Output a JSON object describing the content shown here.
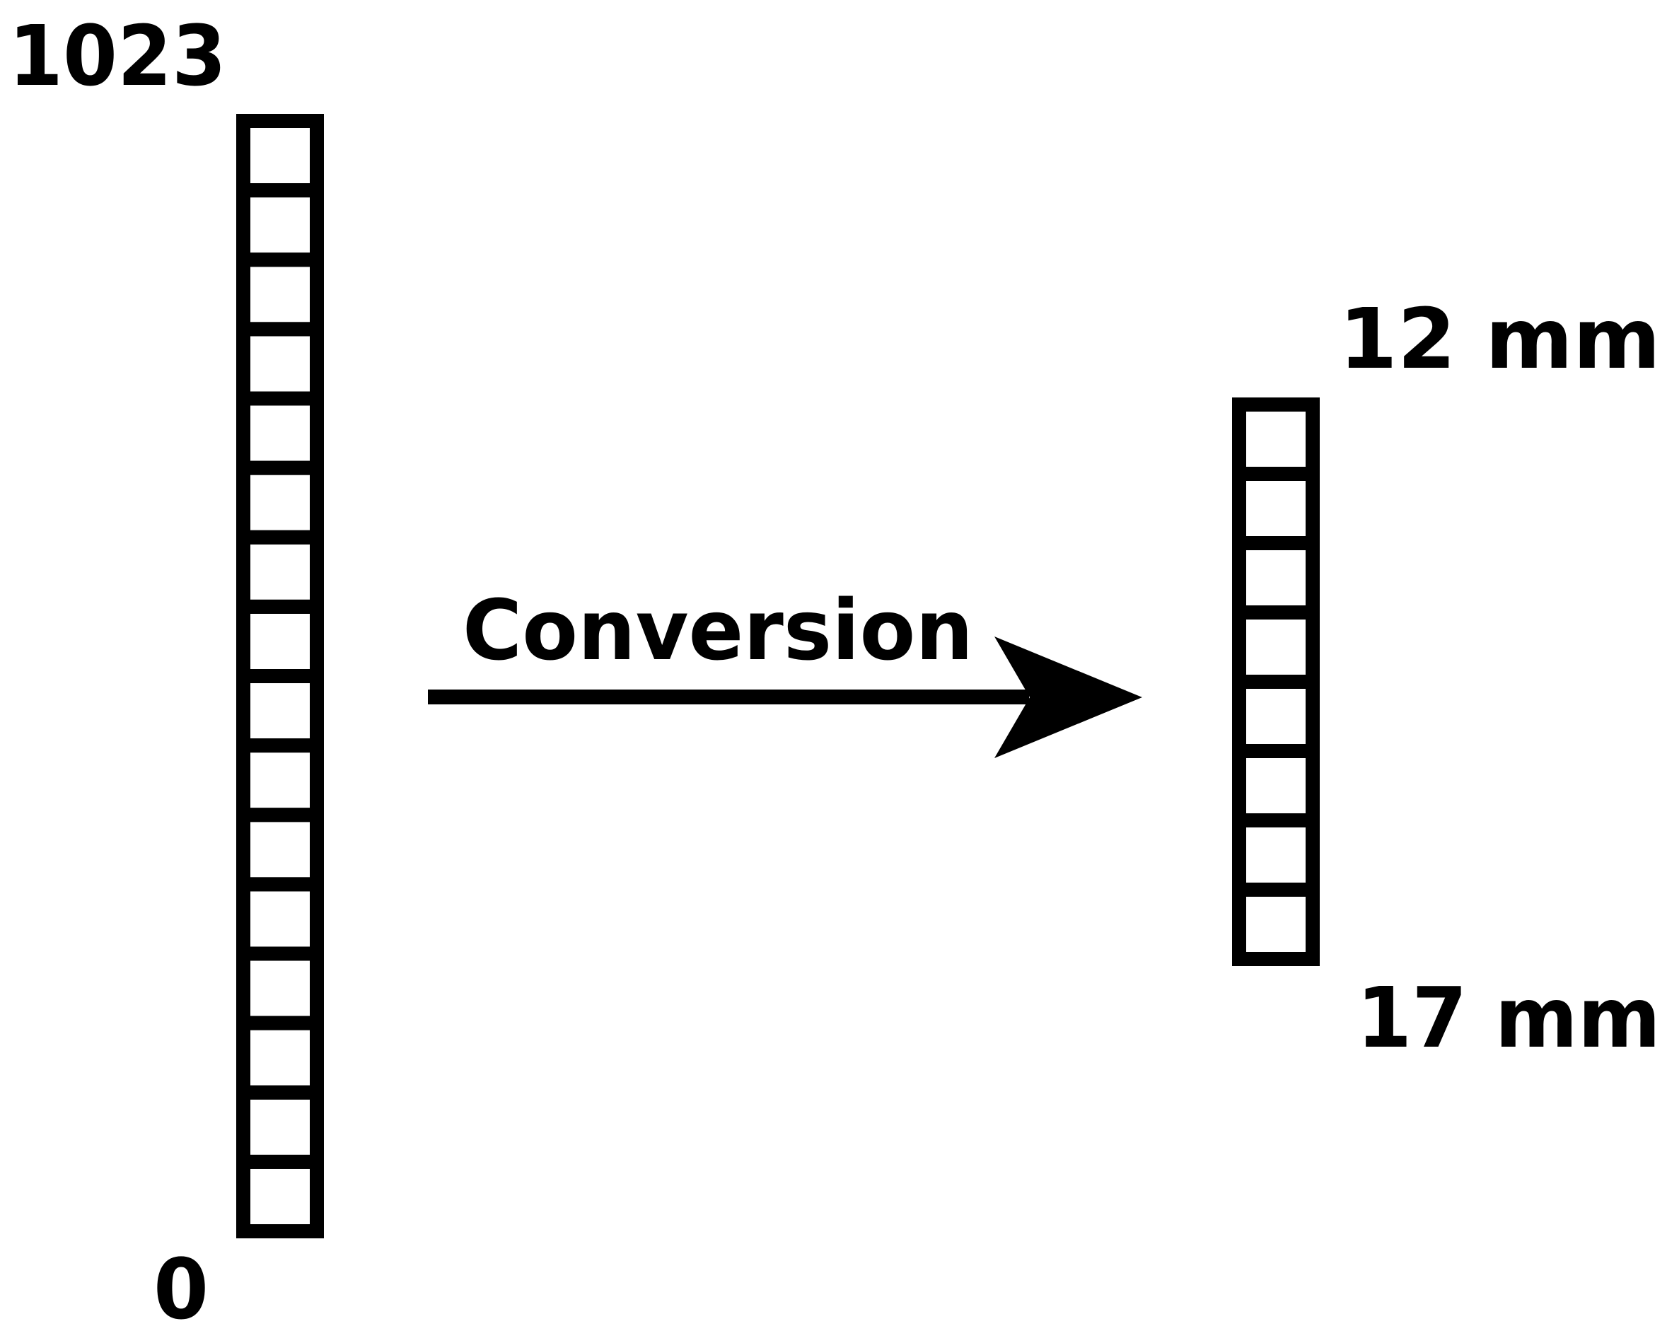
{
  "source_scale": {
    "max_label": "1023",
    "min_label": "0",
    "cell_count": 16
  },
  "conversion": {
    "label": "Conversion"
  },
  "target_scale": {
    "top_label": "12 mm",
    "bottom_label": "17 mm",
    "cell_count": 8
  },
  "colors": {
    "ink": "#000000",
    "background": "#ffffff"
  }
}
